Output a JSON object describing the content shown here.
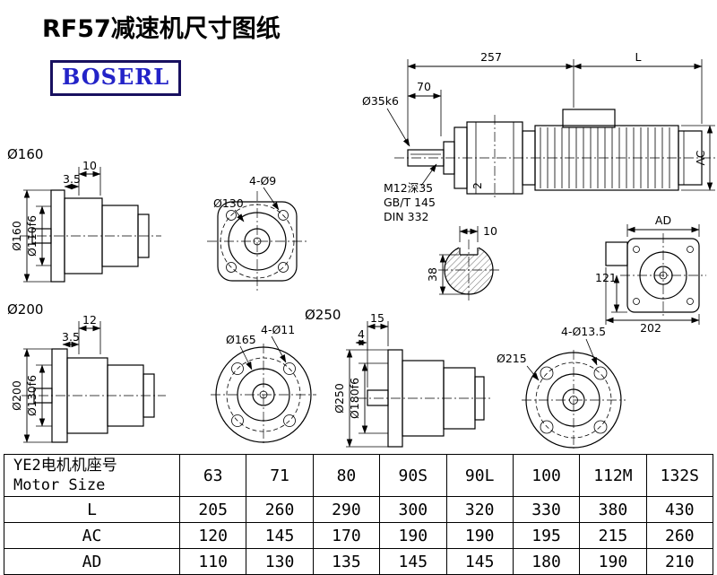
{
  "page": {
    "title": "RF57减速机尺寸图纸",
    "logo": "BOSERL"
  },
  "main_view": {
    "dim_257": "257",
    "dim_l": "L",
    "dim_70": "70",
    "shaft_dia": "Ø35k6",
    "dim_ac": "AC",
    "dim_2": "2",
    "note_line1": "M12深35",
    "note_line2": "GB/T 145",
    "note_line3": "DIN 332"
  },
  "flange160_view": {
    "label": "Ø160",
    "dim_10": "10",
    "dim_3_5": "3.5",
    "dim_outer": "Ø160",
    "dim_spigot": "Ø110f6"
  },
  "flange130_view": {
    "dim_bolt_circle": "Ø130",
    "dim_holes": "4-Ø9"
  },
  "shaft_section_view": {
    "dim_key_width": "10",
    "dim_38": "38"
  },
  "motor_rear_view": {
    "dim_ad": "AD",
    "dim_121": "121",
    "dim_202": "202"
  },
  "flange200_view": {
    "label": "Ø200",
    "dim_12": "12",
    "dim_3_5": "3.5",
    "dim_outer": "Ø200",
    "dim_spigot": "Ø130f6"
  },
  "flange250_label": "Ø250",
  "flange165_view": {
    "dim_bolt_circle": "Ø165",
    "dim_holes": "4-Ø11"
  },
  "flange250_view": {
    "dim_15": "15",
    "dim_4": "4",
    "dim_outer": "Ø250",
    "dim_spigot": "Ø180f6"
  },
  "flange215_view": {
    "dim_bolt_circle": "Ø215",
    "dim_holes": "4-Ø13.5"
  },
  "table": {
    "header": {
      "line1": "YE2电机机座号",
      "line2": "Motor Size"
    },
    "sizes": [
      "63",
      "71",
      "80",
      "90S",
      "90L",
      "100",
      "112M",
      "132S"
    ],
    "rows": [
      {
        "label": "L",
        "values": [
          "205",
          "260",
          "290",
          "300",
          "320",
          "330",
          "380",
          "430"
        ]
      },
      {
        "label": "AC",
        "values": [
          "120",
          "145",
          "170",
          "190",
          "190",
          "195",
          "215",
          "260"
        ]
      },
      {
        "label": "AD",
        "values": [
          "110",
          "130",
          "135",
          "145",
          "145",
          "180",
          "190",
          "210"
        ]
      }
    ]
  },
  "colors": {
    "logo_text": "#2323c8",
    "logo_border": "#181060",
    "drawing_line": "#000000"
  }
}
